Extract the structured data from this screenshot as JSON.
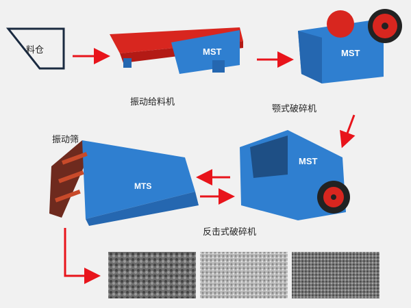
{
  "title": "Crushing production line flow",
  "nodes": {
    "hopper": "料仓",
    "feeder": "振动给料机",
    "jaw_crusher": "颚式破碎机",
    "impact_crusher": "反击式破碎机",
    "screen": "振动筛"
  },
  "logos": {
    "feeder": "MST",
    "jaw_crusher": "MST",
    "impact_crusher": "MST",
    "screen": "MTS"
  },
  "colors": {
    "arrow": "#e8141b",
    "machine_blue": "#2f7fd0",
    "machine_red": "#d8261f",
    "background": "#f1f1f1"
  }
}
